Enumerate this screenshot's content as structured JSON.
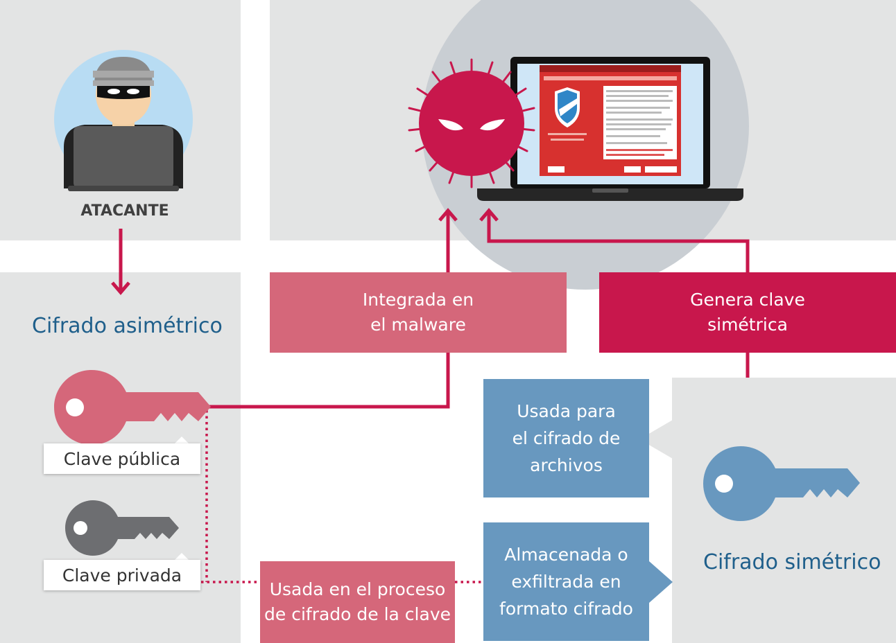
{
  "attacker": {
    "label": "ATACANTE"
  },
  "asymmetric": {
    "title": "Cifrado asimétrico",
    "public_key_label": "Clave pública",
    "private_key_label": "Clave privada"
  },
  "symmetric": {
    "title": "Cifrado simétrico"
  },
  "boxes": {
    "integrated": "Integrada en\nel malware",
    "generates": "Genera clave\nsimétrica",
    "used_files": "Usada para\nel cifrado de\narchivos",
    "stored": "Almacenada o\nexfiltrada en\nformato cifrado",
    "used_key": "Usada en el proceso\nde cifrado de la clave"
  },
  "colors": {
    "pink": "#d5677a",
    "crimson": "#c8174c",
    "blue": "#6898bf",
    "key_gray": "#6d6e71",
    "panel_gray": "#e3e4e4",
    "heading_blue": "#1f5f8b"
  }
}
